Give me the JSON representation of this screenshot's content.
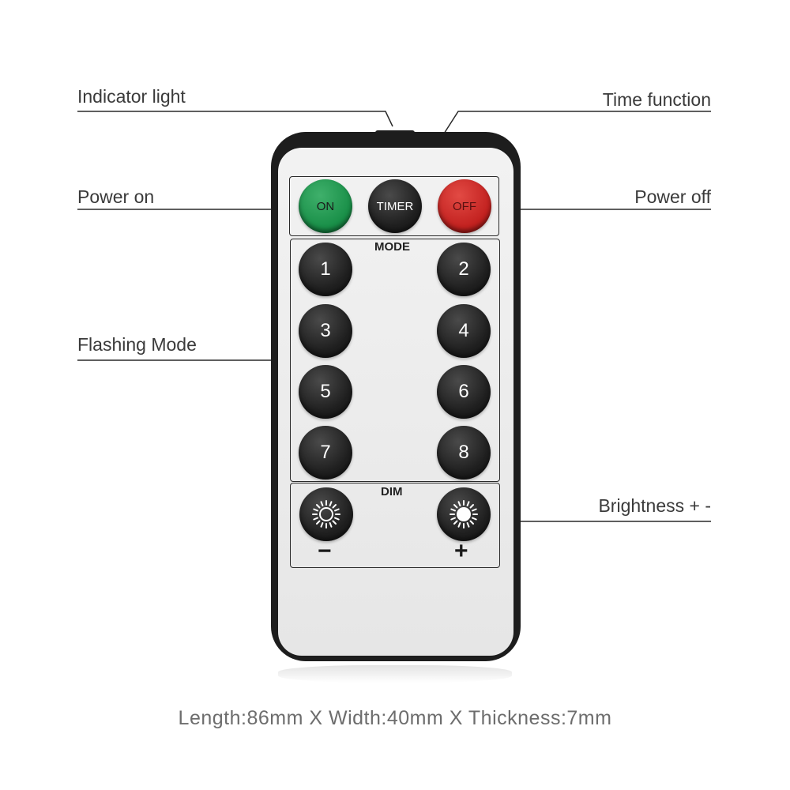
{
  "callouts": {
    "indicator": "Indicator light",
    "time": "Time function",
    "power_on": "Power on",
    "power_off": "Power off",
    "flashing": "Flashing Mode",
    "brightness": "Brightness + -"
  },
  "remote": {
    "top_buttons": {
      "on": "ON",
      "timer": "TIMER",
      "off": "OFF"
    },
    "mode_label": "MODE",
    "mode_buttons": [
      "1",
      "2",
      "3",
      "4",
      "5",
      "6",
      "7",
      "8"
    ],
    "dim_label": "DIM",
    "dim_minus": "−",
    "dim_plus": "+"
  },
  "colors": {
    "on": "#198f48",
    "off": "#c2211f",
    "button": "#202020",
    "body": "#1d1d1d"
  },
  "icons": [
    "sun-outline-icon",
    "sun-filled-icon"
  ],
  "dimensions": "Length:86mm X Width:40mm X Thickness:7mm"
}
